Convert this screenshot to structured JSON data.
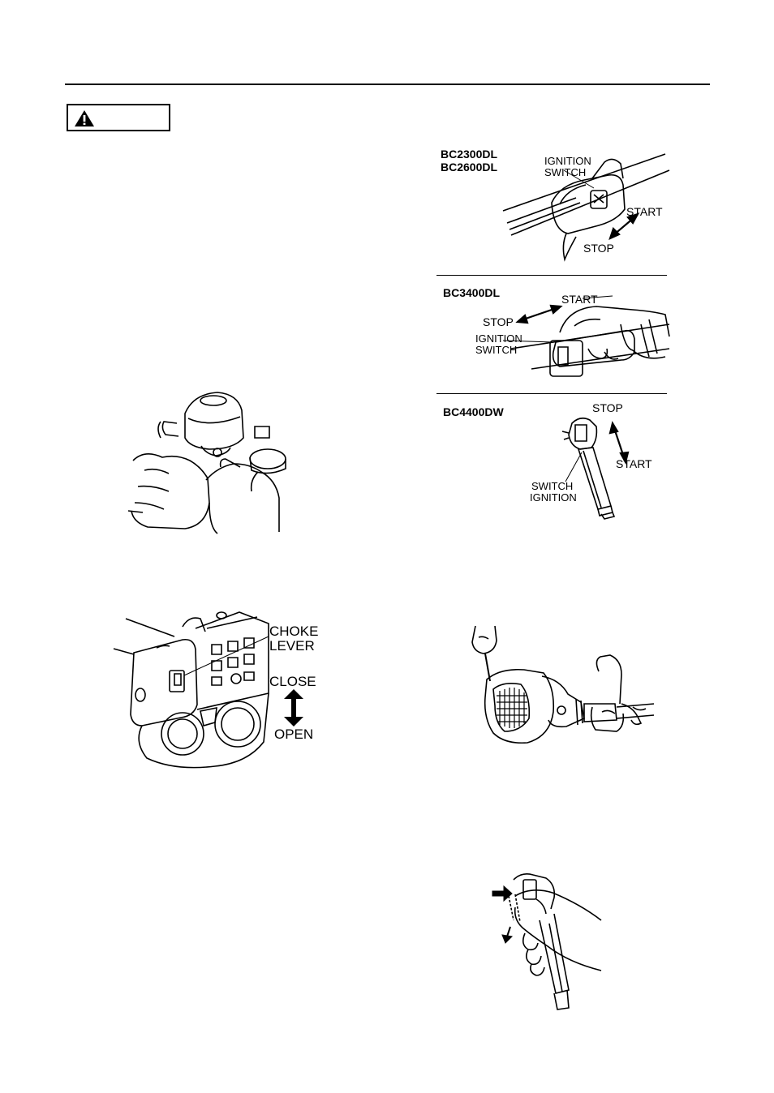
{
  "warning": {
    "icon": "warning-triangle-icon"
  },
  "models": {
    "group1": {
      "line1": "BC2300DL",
      "line2": "BC2600DL"
    },
    "group2": "BC3400DL",
    "group3": "BC4400DW"
  },
  "labels": {
    "ignition_switch_1": "IGNITION",
    "ignition_switch_2": "SWITCH",
    "start": "START",
    "stop": "STOP",
    "switch_ignition_1": "SWITCH",
    "switch_ignition_2": "IGNITION",
    "choke_1": "CHOKE",
    "choke_2": "LEVER",
    "close": "CLOSE",
    "open": "OPEN"
  }
}
